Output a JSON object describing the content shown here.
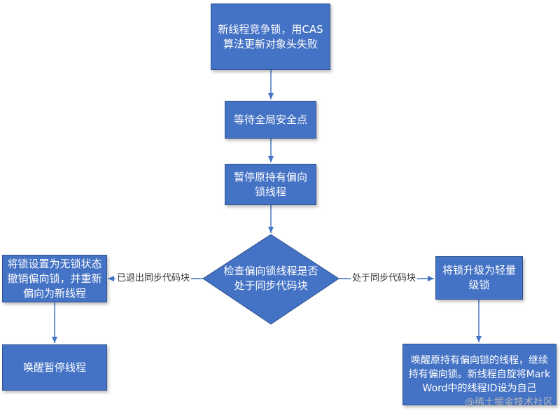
{
  "nodes": {
    "start": "新线程竞争锁，用CAS算法更新对象头失败",
    "wait_safepoint": "等待全局安全点",
    "pause_holder": "暂停原持有偏向锁线程",
    "check_sync": "检查偏向锁线程是否处于同步代码块",
    "revoke": "将锁设置为无锁状态撤销偏向锁，并重新偏向为新线程",
    "wake_paused": "唤醒暂停线程",
    "upgrade": "将锁升级为轻量级锁",
    "wake_holder": "唤醒原持有偏向锁的线程，继续持有偏向锁。新线程自旋将Mark Word中的线程ID设为自己"
  },
  "edges": {
    "exited_sync": "已退出同步代码块",
    "in_sync": "处于同步代码块"
  },
  "watermark": "@稀土掘金技术社区",
  "colors": {
    "box_fill": "#4472c4",
    "box_border": "#2f528f",
    "arrow": "#4472c4"
  }
}
